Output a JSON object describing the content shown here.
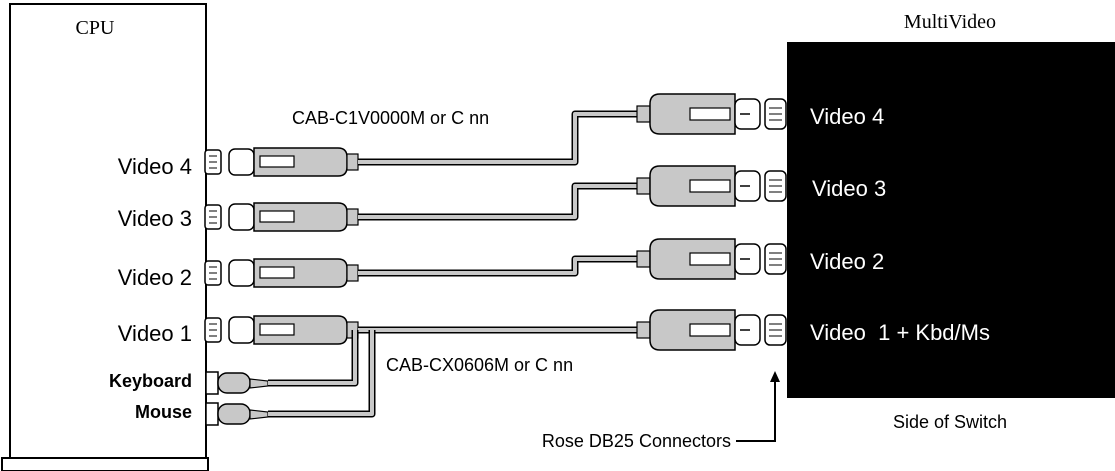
{
  "title_left": "CPU",
  "title_right": "MultiVideo",
  "cpu_ports": [
    "Video 4",
    "Video 3",
    "Video 2",
    "Video 1"
  ],
  "kbd_label": "Keyboard",
  "mouse_label": "Mouse",
  "switch_ports": [
    "Video 4",
    "Video 3",
    "Video 2",
    "Video  1 + Kbd/Ms"
  ],
  "cable_label_top": "CAB-C1V0000M or C nn",
  "cable_label_bottom": "CAB-CX0606M or C nn",
  "connector_label": "Rose DB25 Connectors",
  "switch_side_label": "Side of Switch",
  "colors": {
    "line": "#000000",
    "cable_fill": "#c8c8c8",
    "switch_fill": "#000000",
    "switch_text": "#ffffff",
    "background": "#ffffff"
  }
}
